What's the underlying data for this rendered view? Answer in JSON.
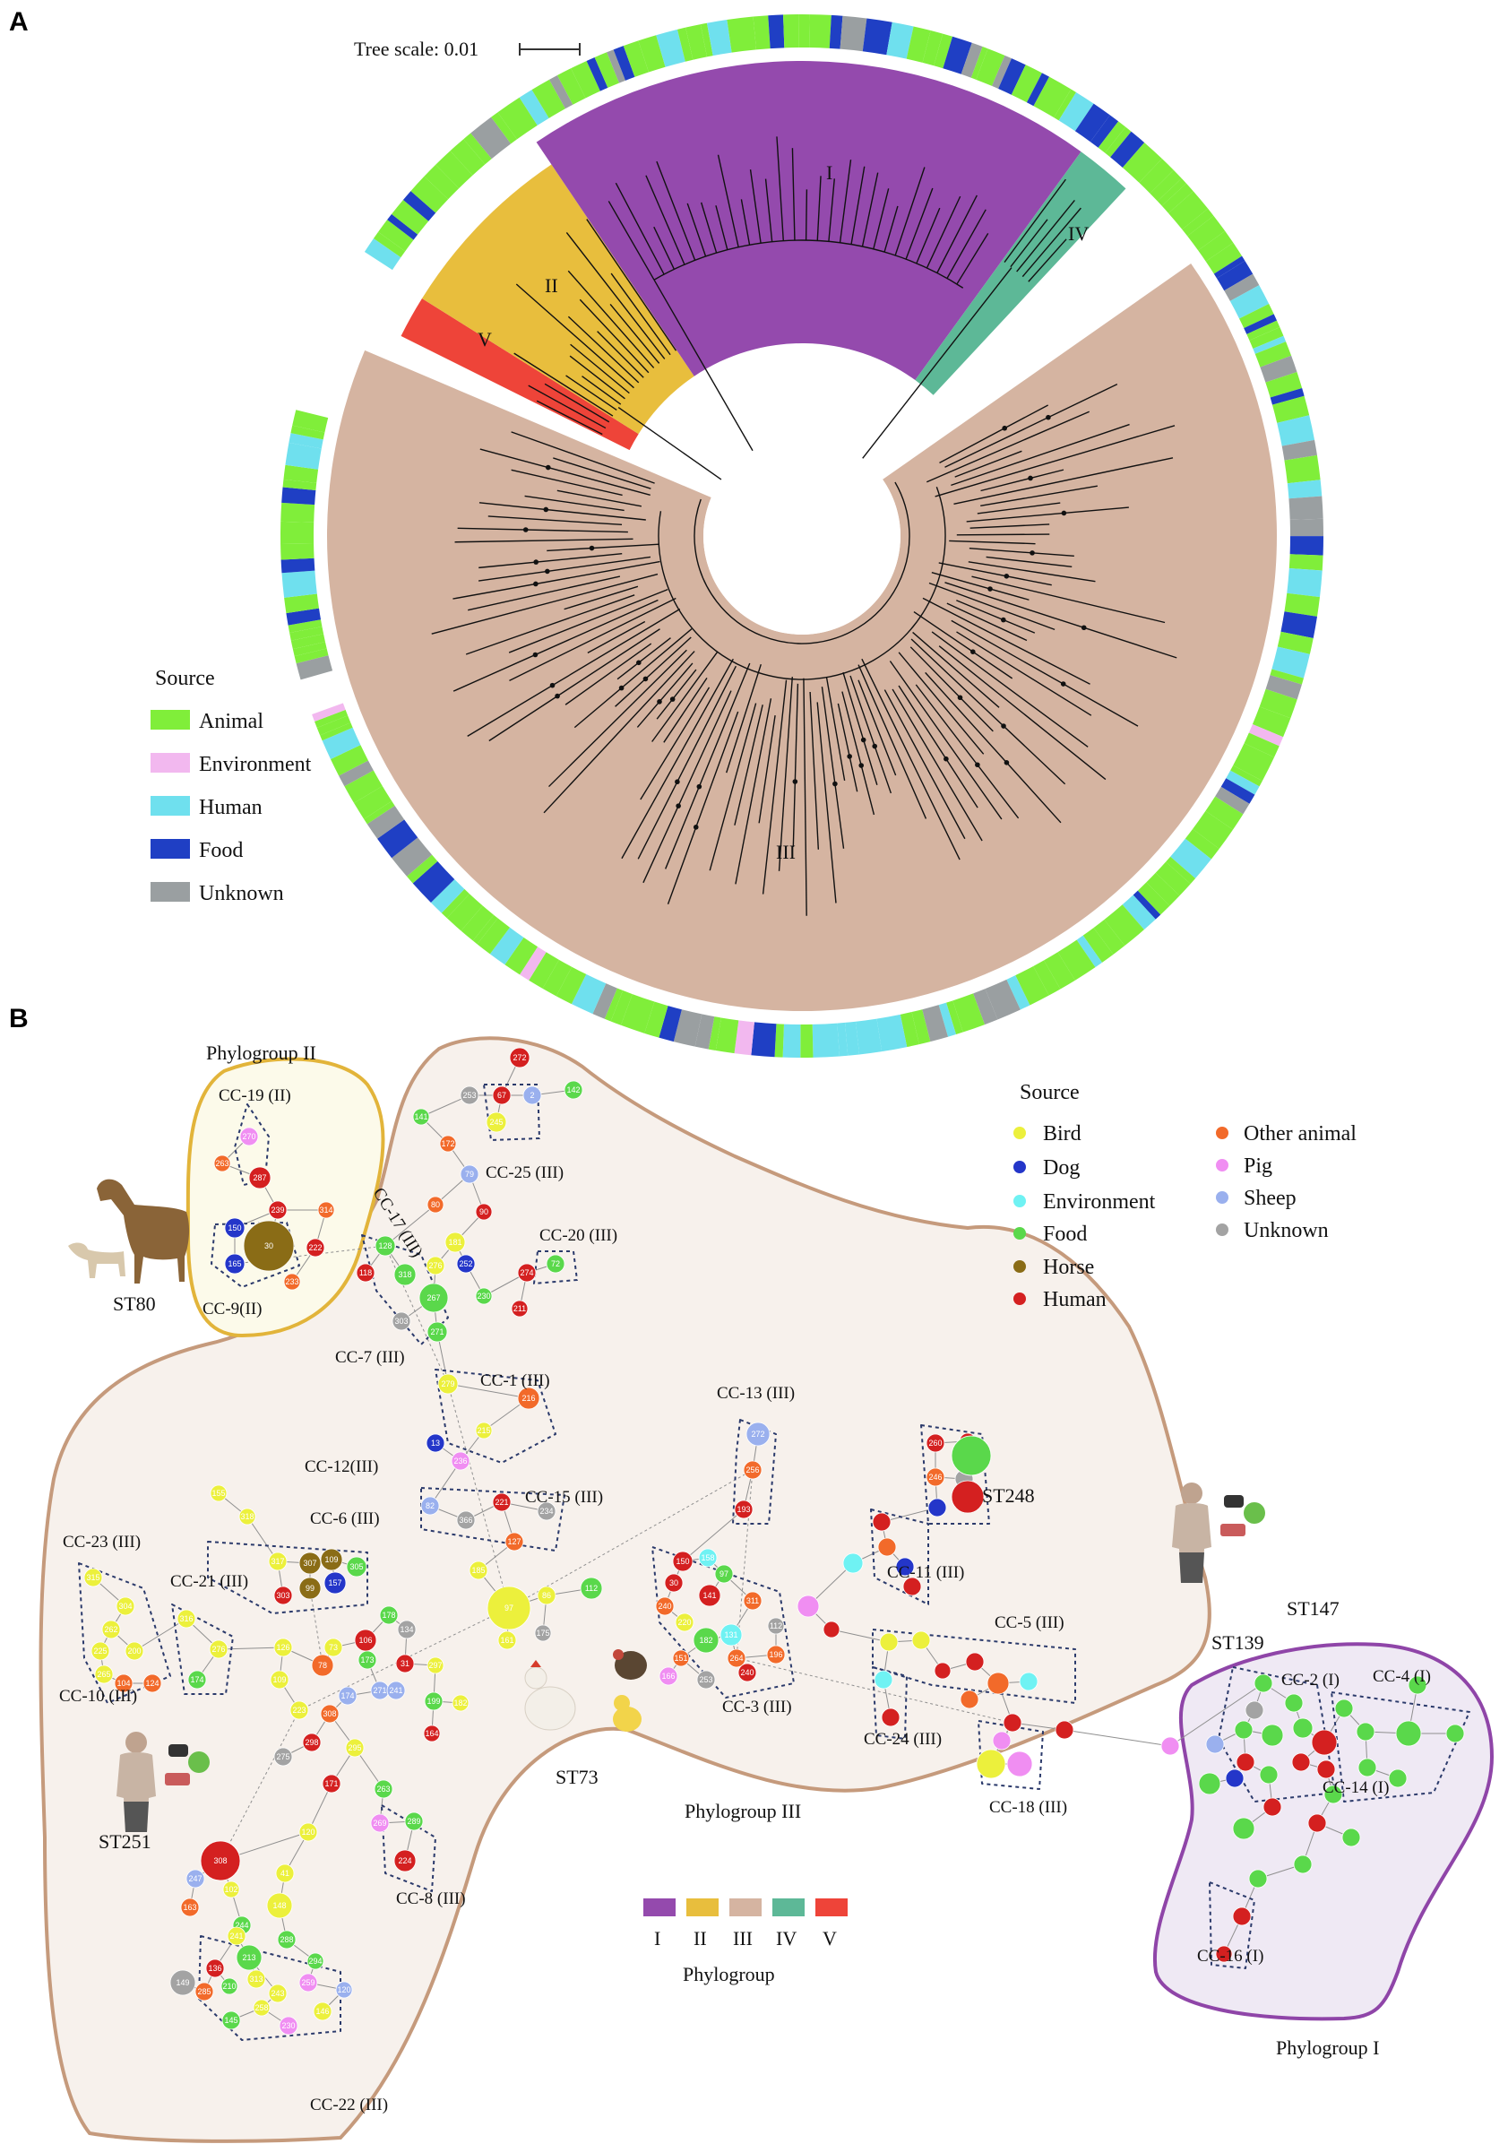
{
  "panel_a": {
    "letter": "A",
    "tree_scale_label": "Tree scale: 0.01",
    "clade_labels": [
      "I",
      "II",
      "III",
      "IV",
      "V"
    ],
    "legend": {
      "title": "Source",
      "items": [
        {
          "label": "Animal",
          "color": "#80ee3a"
        },
        {
          "label": "Environment",
          "color": "#f2b8ef"
        },
        {
          "label": "Human",
          "color": "#6fe0ee"
        },
        {
          "label": "Food",
          "color": "#1f3fc4"
        },
        {
          "label": "Unknown",
          "color": "#9a9fa1"
        }
      ]
    },
    "clade_colors": {
      "I": "#944aad",
      "II": "#e8be3d",
      "III": "#d5b4a1",
      "IV": "#5db897",
      "V": "#ee4439"
    }
  },
  "panel_b": {
    "letter": "B",
    "source_legend": {
      "title": "Source",
      "items": [
        {
          "label": "Bird",
          "color": "#ecf03c"
        },
        {
          "label": "Dog",
          "color": "#2436c9"
        },
        {
          "label": "Environment",
          "color": "#6ff2f3"
        },
        {
          "label": "Food",
          "color": "#5ad84b"
        },
        {
          "label": "Horse",
          "color": "#8a6c16"
        },
        {
          "label": "Human",
          "color": "#d42020"
        },
        {
          "label": "Other animal",
          "color": "#f26a2a"
        },
        {
          "label": "Pig",
          "color": "#f08ef2"
        },
        {
          "label": "Sheep",
          "color": "#9ab0ee"
        },
        {
          "label": "Unknown",
          "color": "#a3a3a3"
        }
      ]
    },
    "phylogroup_legend": {
      "title": "Phylogroup",
      "items": [
        {
          "label": "I",
          "color": "#944aad"
        },
        {
          "label": "II",
          "color": "#e8be3d"
        },
        {
          "label": "III",
          "color": "#d5b4a1"
        },
        {
          "label": "IV",
          "color": "#5db897"
        },
        {
          "label": "V",
          "color": "#ee4439"
        }
      ]
    },
    "group_labels": {
      "phylogroup_ii": "Phylogroup II",
      "phylogroup_iii": "Phylogroup III",
      "phylogroup_i": "Phylogroup I"
    },
    "cc_labels": [
      "CC-19 (II)",
      "CC-9(II)",
      "CC-25 (III)",
      "CC-17 (III)",
      "CC-20 (III)",
      "CC-7 (III)",
      "CC-1 (III)",
      "CC-13 (III)",
      "CC-12(III)",
      "CC-6 (III)",
      "CC-15 (III)",
      "CC-11 (III)",
      "CC-23 (III)",
      "CC-21 (III)",
      "CC-10 (III)",
      "CC-3 (III)",
      "CC-5 (III)",
      "CC-24 (III)",
      "CC-18 (III)",
      "CC-8 (III)",
      "CC-22 (III)",
      "CC-2 (I)",
      "CC-4 (I)",
      "CC-14 (I)",
      "CC-16 (I)"
    ],
    "st_labels": [
      "ST80",
      "ST248",
      "ST147",
      "ST139",
      "ST73",
      "ST251"
    ],
    "node_numbers": [
      "270",
      "263",
      "287",
      "239",
      "314",
      "222",
      "233",
      "150",
      "30",
      "165",
      "272",
      "67",
      "2",
      "253",
      "245",
      "142",
      "141",
      "172",
      "79",
      "80",
      "90",
      "181",
      "128",
      "118",
      "318",
      "276",
      "252",
      "267",
      "230",
      "274",
      "72",
      "211",
      "303",
      "271",
      "279",
      "216",
      "215",
      "236",
      "13",
      "82",
      "366",
      "221",
      "234",
      "127",
      "185",
      "97",
      "86",
      "175",
      "161",
      "112",
      "155",
      "318",
      "317",
      "307",
      "109",
      "305",
      "303",
      "99",
      "157",
      "315",
      "304",
      "262",
      "225",
      "200",
      "265",
      "104",
      "124",
      "316",
      "276",
      "174",
      "126",
      "109",
      "78",
      "73",
      "106",
      "178",
      "134",
      "173",
      "31",
      "271",
      "174",
      "241",
      "223",
      "308",
      "298",
      "297",
      "199",
      "182",
      "164",
      "275",
      "295",
      "171",
      "120",
      "263",
      "269",
      "289",
      "224",
      "308",
      "247",
      "102",
      "163",
      "244",
      "41",
      "148",
      "241",
      "136",
      "285",
      "213",
      "288",
      "294",
      "210",
      "243",
      "313",
      "258",
      "259",
      "120",
      "146",
      "145",
      "149",
      "230",
      "272",
      "256",
      "193",
      "150",
      "158",
      "97",
      "30",
      "141",
      "311",
      "240",
      "220",
      "131",
      "182",
      "151",
      "166",
      "253",
      "264",
      "196",
      "240",
      "112",
      "260",
      "105",
      "246"
    ]
  }
}
